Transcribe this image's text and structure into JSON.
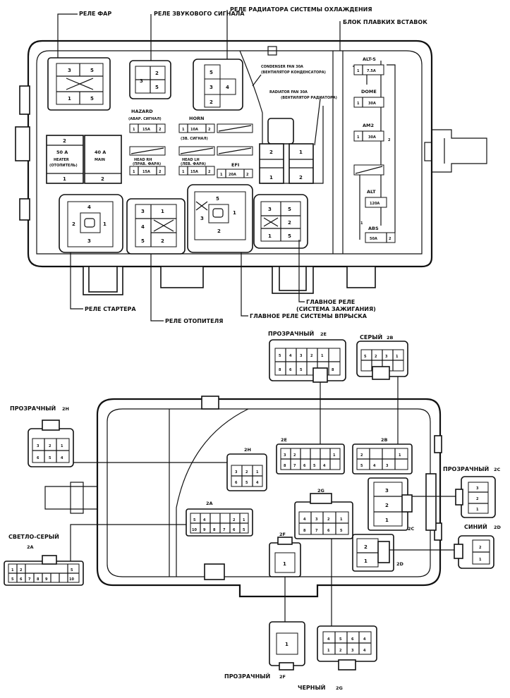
{
  "top_labels": {
    "headlight_relay": "РЕЛЕ ФАР",
    "horn_relay": "РЕЛЕ ЗВУКОВОГО СИГНАЛА",
    "radiator_fan_relay": "РЕЛЕ РАДИАТОРА СИСТЕМЫ ОХЛАЖДЕНИЯ",
    "fusible_link_block": "БЛОК ПЛАВКИХ ВСТАВОК",
    "condenser_fan": "CONDENSER FAN 30A",
    "condenser_fan_sub": "(ВЕНТИЛЯТОР КОНДЕНСАТОРА)",
    "radiator_fan": "RADIATOR FAN 30A",
    "radiator_fan_sub": "(ВЕНТИЛЯТОР РАДИАТОРА)",
    "hazard": "HAZARD",
    "hazard_sub": "(АВАР. СИГНАЛ)",
    "horn": "HORN",
    "horn_sub": "(ЗВ. СИГНАЛ)",
    "heater_50a": "50 A",
    "heater_name": "HEATER",
    "heater_sub": "(ОТОПИТЕЛЬ)",
    "main_40a": "40 A",
    "main_name": "MAIN",
    "head_rh": "HEAD RH",
    "head_rh_sub": "(ПРАВ. ФАРА)",
    "head_lh": "HEAD LH",
    "head_lh_sub": "(ЛЕВ. ФАРА)",
    "efi": "EFI",
    "alt_s": "ALT-S",
    "alt_s_val": "7.5A",
    "dome": "DOME",
    "dome_val": "30A",
    "am2": "AM2",
    "am2_val": "30A",
    "alt": "ALT",
    "alt_val": "120A",
    "abs": "ABS",
    "abs_val": "50A",
    "fuse_15a": "15A",
    "fuse_10a": "10A",
    "fuse_20a": "20A",
    "starter_relay": "РЕЛЕ СТАРТЕРА",
    "heater_relay": "РЕЛЕ ОТОПИТЕЛЯ",
    "main_relay": "ГЛАВНОЕ РЕЛЕ",
    "main_relay_sub": "(СИСТЕМА ЗАЖИГАНИЯ)",
    "efi_main_relay": "ГЛАВНОЕ РЕЛЕ СИСТЕМЫ ВПРЫСКА"
  },
  "bottom_labels": {
    "c2e_color": "ПРОЗРАЧНЫЙ",
    "c2e_id": "2E",
    "c2b_color": "СЕРЫЙ",
    "c2b_id": "2B",
    "c2h_color": "ПРОЗРАЧНЫЙ",
    "c2h_id": "2H",
    "c2h_inner": "2H",
    "c2e_inner": "2E",
    "c2b_inner": "2B",
    "c2c_color": "ПРОЗРАЧНЫЙ",
    "c2c_id": "2C",
    "c2c_inner": "2C",
    "c2a_color": "СВЕТЛО-СЕРЫЙ",
    "c2a_id": "2A",
    "c2a_inner": "2A",
    "c2g_inner": "2G",
    "c2f_inner": "2F",
    "c2d_color": "СИНИЙ",
    "c2d_id": "2D",
    "c2d_inner": "2D",
    "c2f_color": "ПРОЗРАЧНЫЙ",
    "c2f_id": "2F",
    "c2g_color": "ЧЕРНЫЙ",
    "c2g_id": "2G"
  }
}
